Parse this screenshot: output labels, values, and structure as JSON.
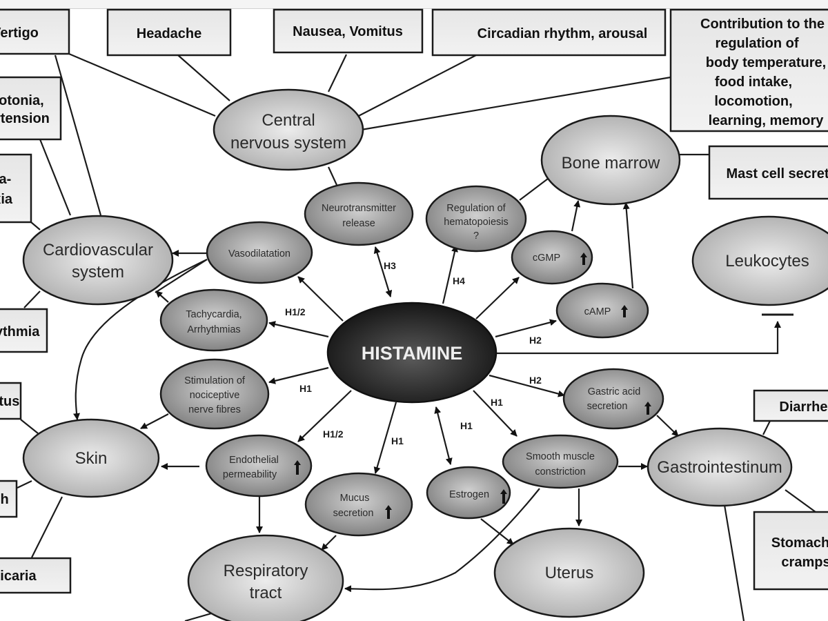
{
  "hub": {
    "label": "HISTAMINE"
  },
  "symptom_boxes": {
    "vertigo": "Vertigo",
    "headache": "Headache",
    "nausea": "Nausea, Vomitus",
    "circadian": "Circadian rhythm, arousal",
    "contribution": [
      "Contribution to the",
      "regulation of",
      "body temperature,",
      "food intake,",
      "locomotion,",
      "learning, memory"
    ],
    "hypotension": [
      "Hypotonia,",
      "Hypertension"
    ],
    "anaphylaxis": [
      "Ana-",
      "phylaxia"
    ],
    "arrhythmia": "Arrhythmia",
    "pruritus": "Pruritus",
    "flush": "Flush",
    "urticaria": "Urticaria",
    "mast_cell": "Mast cell secretion",
    "diarrhea": "Diarrhea",
    "stomach_cramps": [
      "Stomach",
      "cramps"
    ]
  },
  "organs": {
    "cns": [
      "Central",
      "nervous system"
    ],
    "cardiovascular": [
      "Cardiovascular",
      "system"
    ],
    "skin": "Skin",
    "respiratory": [
      "Respiratory",
      "tract"
    ],
    "uterus": "Uterus",
    "gastrointestinum": "Gastrointestinum",
    "bone_marrow": "Bone marrow",
    "leukocytes": "Leukocytes"
  },
  "effects": {
    "neurotransmitter": [
      "Neurotransmitter",
      "release"
    ],
    "hematopoiesis": [
      "Regulation of",
      "hematopoiesis",
      "?"
    ],
    "vasodilatation": "Vasodilatation",
    "tachycardia": [
      "Tachycardia,",
      "Arrhythmias"
    ],
    "cgmp": "cGMP",
    "camp": "cAMP",
    "nociceptive": [
      "Stimulation of",
      "nociceptive",
      "nerve fibres"
    ],
    "endothelial": [
      "Endothelial",
      "permeability"
    ],
    "mucus": [
      "Mucus",
      "secretion"
    ],
    "estrogen": "Estrogen",
    "smooth_muscle": [
      "Smooth muscle",
      "constriction"
    ],
    "gastric_acid": [
      "Gastric acid",
      "secretion"
    ]
  },
  "receptor_labels": {
    "h3": "H3",
    "h4": "H4",
    "h12_top": "H1/2",
    "h2_camp": "H2",
    "h1_noci": "H1",
    "h12_endo": "H1/2",
    "h1_mucus": "H1",
    "h1_estrogen": "H1",
    "h1_smooth": "H1",
    "h2_gastric": "H2"
  },
  "icons": {
    "increase": "up-arrow-icon"
  }
}
